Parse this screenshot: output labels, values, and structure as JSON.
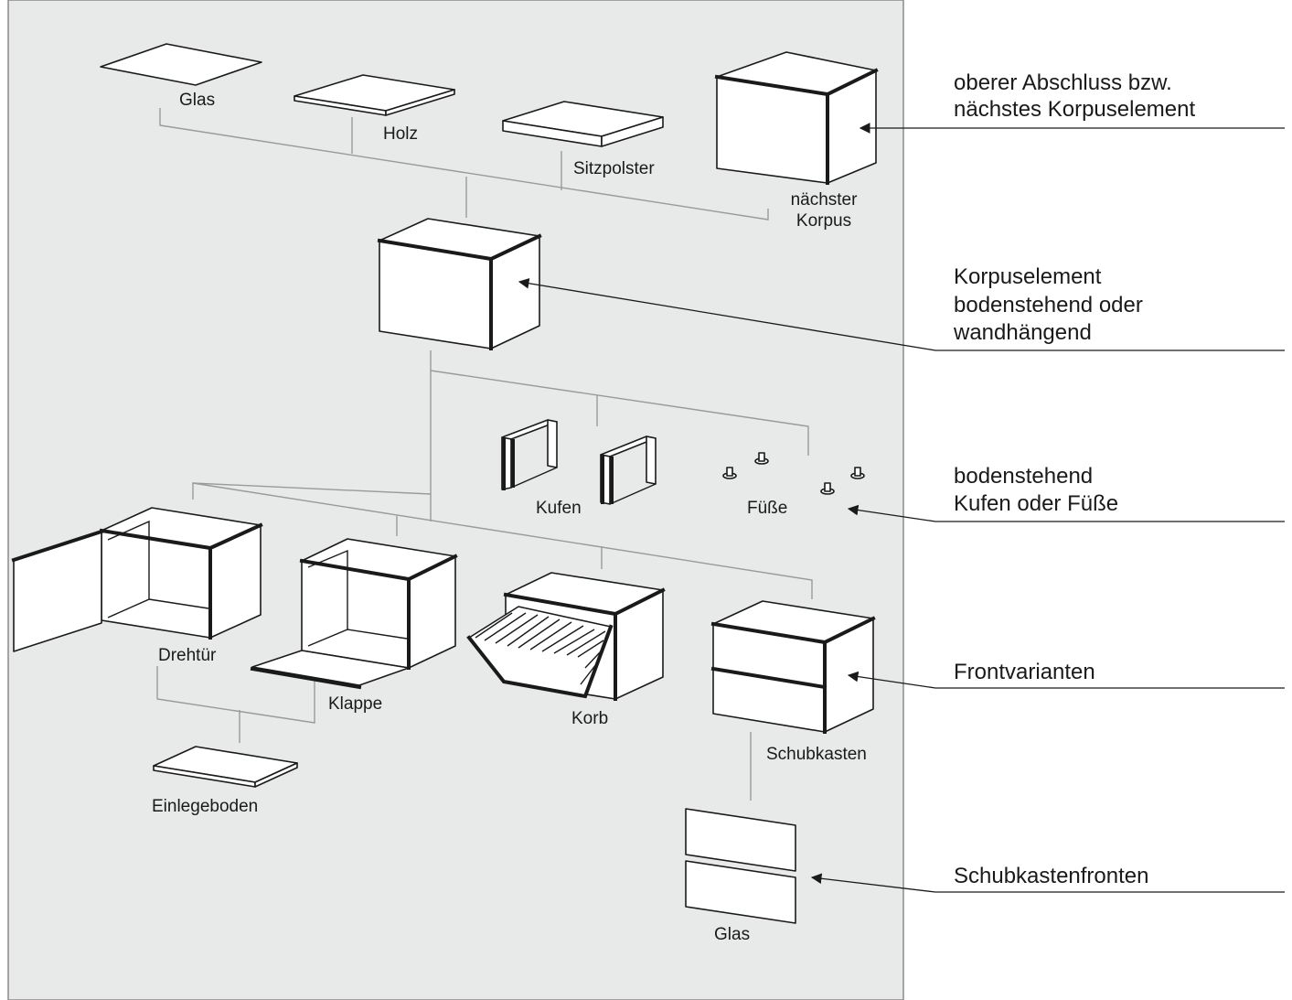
{
  "diagram": {
    "background_panel_color": "#e8e9e9",
    "accent_color": "#1a1a1a",
    "connector_color": "#9a9a9a",
    "parts": {
      "top_glas": "Glas",
      "top_holz": "Holz",
      "top_sitzpolster": "Sitzpolster",
      "next_korpus_line1": "nächster",
      "next_korpus_line2": "Korpus",
      "kufen": "Kufen",
      "fuesse": "Füße",
      "drehtuer": "Drehtür",
      "klappe": "Klappe",
      "korb": "Korb",
      "schubkasten": "Schubkasten",
      "einlegeboden": "Einlegeboden",
      "front_glas": "Glas"
    },
    "callouts": {
      "top": {
        "line1": "oberer Abschluss bzw.",
        "line2": "nächstes Korpuselement"
      },
      "body": {
        "line1": "Korpuselement",
        "line2": "bodenstehend oder",
        "line3": "wandhängend"
      },
      "base": {
        "line1": "bodenstehend",
        "line2": "Kufen oder Füße"
      },
      "front": {
        "line1": "Frontvarianten"
      },
      "drawer_fronts": {
        "line1": "Schubkastenfronten"
      }
    }
  }
}
